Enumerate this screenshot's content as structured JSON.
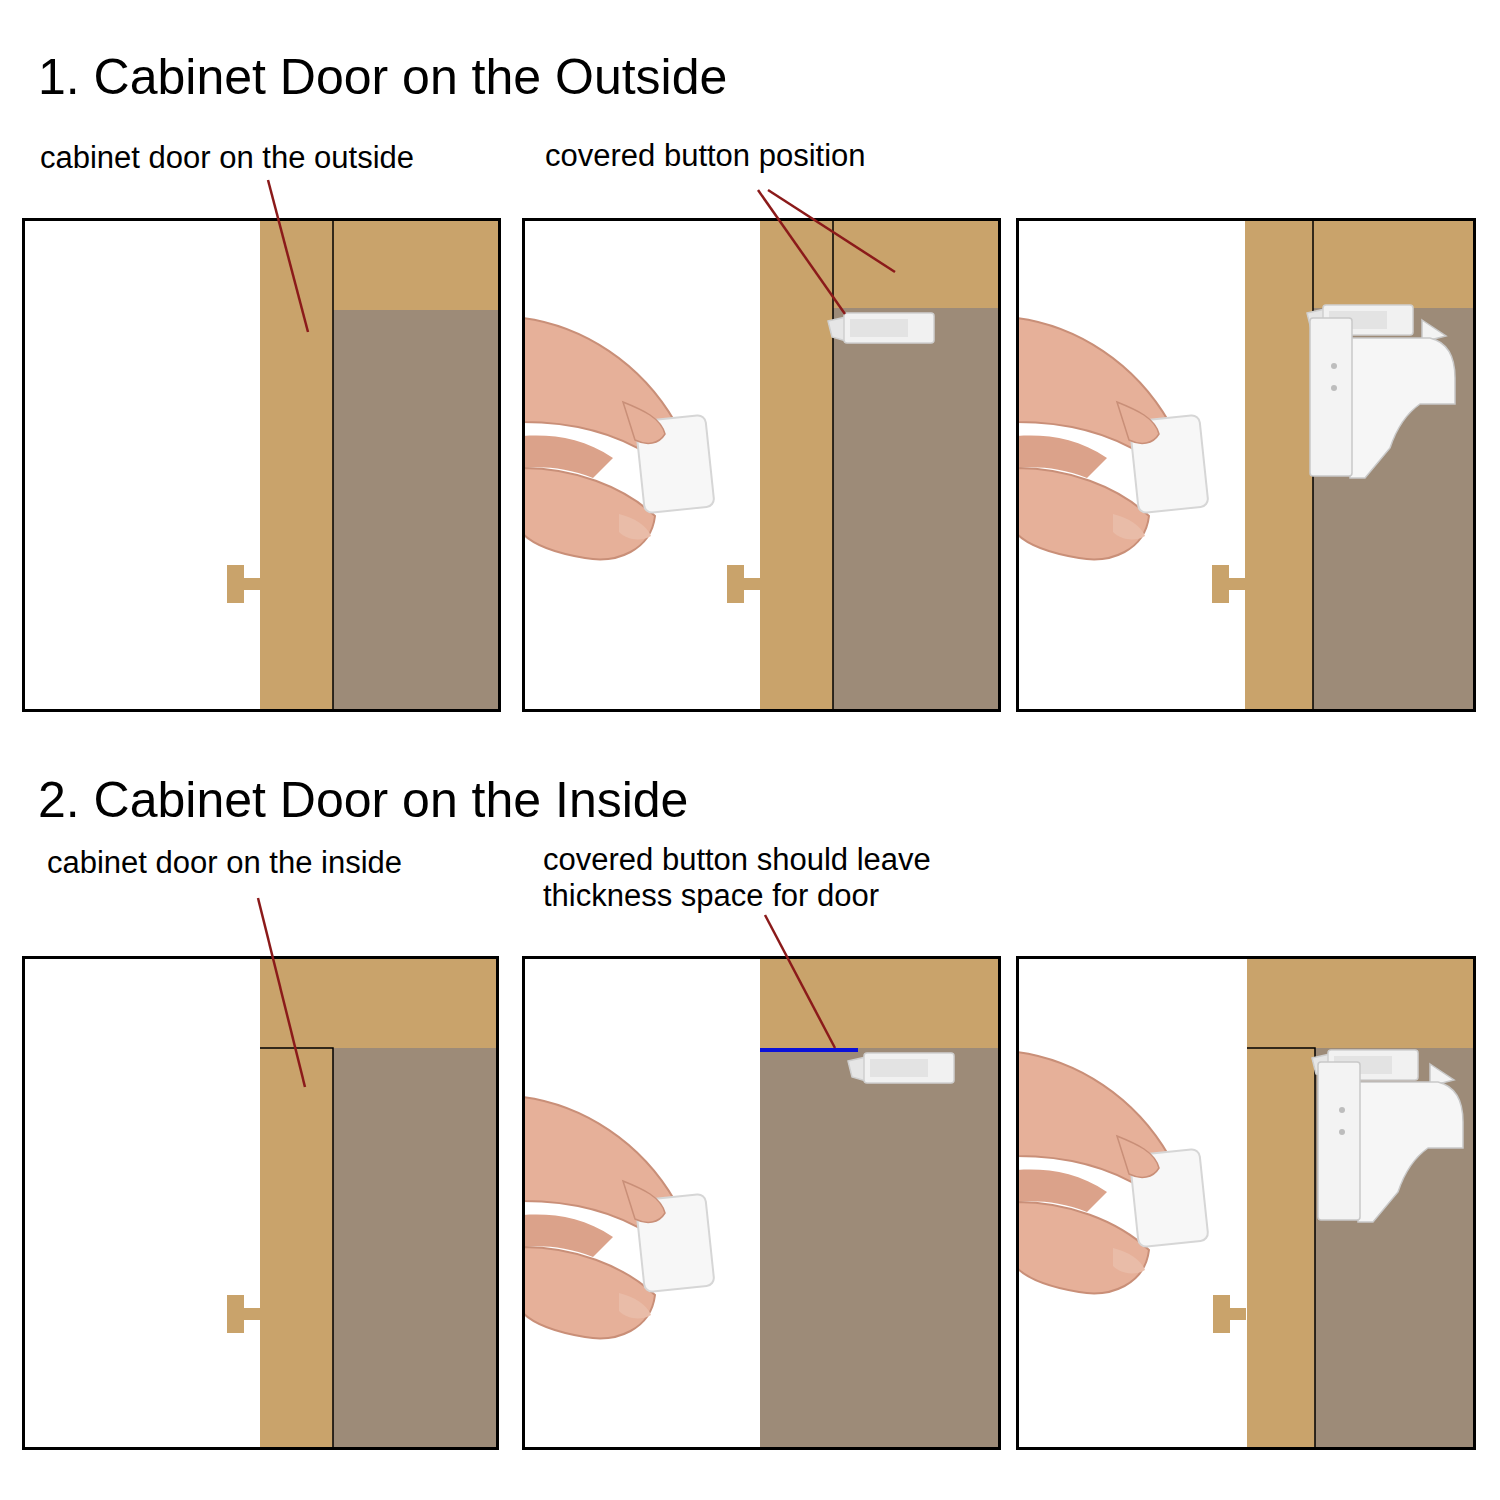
{
  "diagram": {
    "labels": [
      "1. Cabinet Door on the Outside",
      "cabinet door on the outside",
      "covered button position",
      "2. Cabinet Door on the Inside",
      "cabinet door on the inside",
      "covered button should leave thickness space for door"
    ]
  }
}
